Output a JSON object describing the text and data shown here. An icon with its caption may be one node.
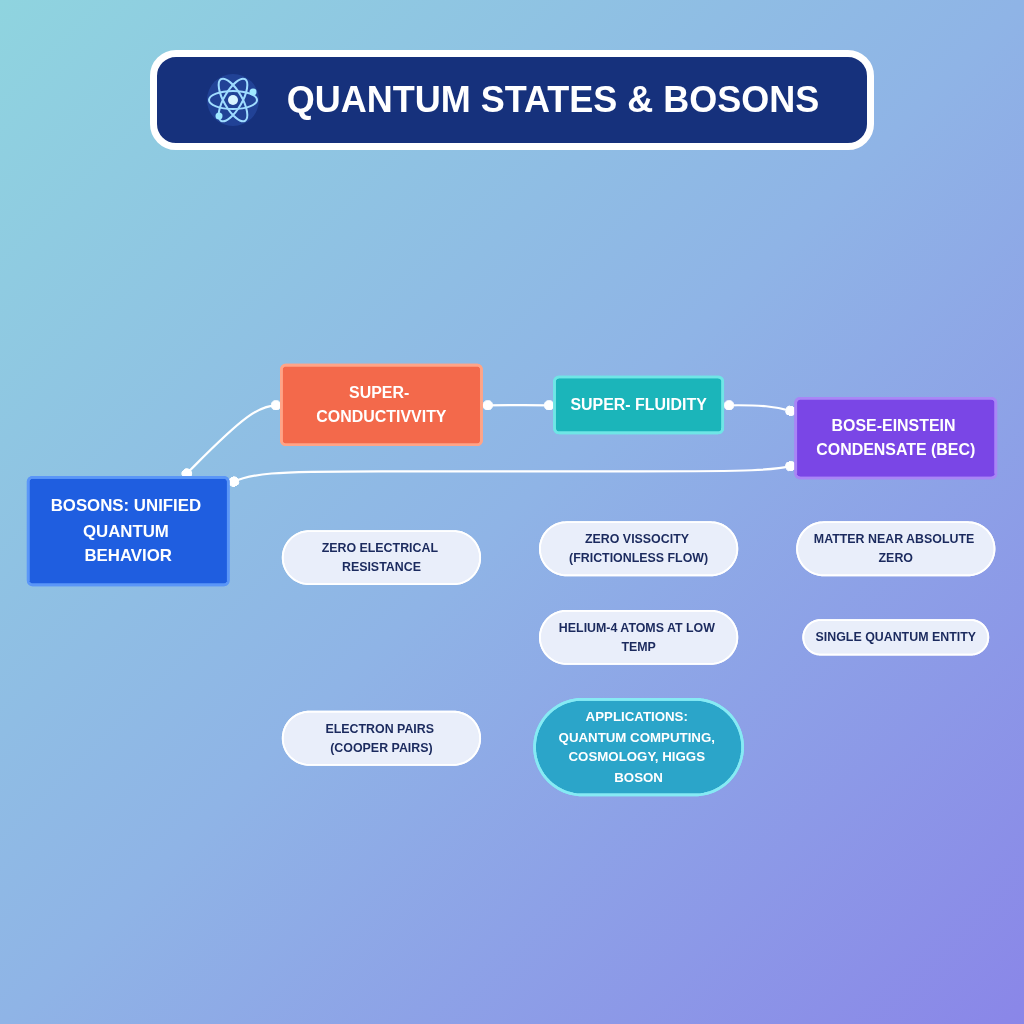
{
  "diagram": {
    "title": "QUANTUM STATES & BOSONS",
    "nodes": [
      {
        "text": [
          "BOSONS: UNIFIED QUANTUM BEHAVIOR"
        ]
      },
      {
        "text": [
          "SUPER- CONDUCTIVVITY"
        ]
      },
      {
        "text": [
          "SUPER- FLUIDITY"
        ]
      },
      {
        "text": [
          "BOSE-EINSTEIN CONDENSATE (BEC)"
        ]
      },
      {
        "text": [
          "ZERO ELECTRICAL RESISTANCE"
        ]
      },
      {
        "text": [
          "ZERO VISSOCITY (FRICTIONLESS FLOW)"
        ]
      },
      {
        "text": [
          "MATTER NEAR ABSOLUTE ZERO"
        ]
      },
      {
        "text": [
          "ELECTRON PAIRS (COOPER PAIRS)"
        ]
      },
      {
        "text": [
          "HELIUM-4 ATOMS AT LOW TEMP"
        ]
      },
      {
        "text": [
          "SINGLE QUANTUM ENTITY"
        ]
      },
      {
        "text": [
          "APPLICATIONS: QUANTUM COMPUTING, COSMOLOGY, HIGGS BOSON"
        ]
      }
    ],
    "edges": [
      {
        "from": 0,
        "to": 1,
        "arrow": "other"
      },
      {
        "from": 0,
        "to": 3,
        "arrow": "other"
      },
      {
        "from": 1,
        "to": 2,
        "arrow": "other"
      },
      {
        "from": 2,
        "to": 3,
        "arrow": "other"
      }
    ]
  }
}
